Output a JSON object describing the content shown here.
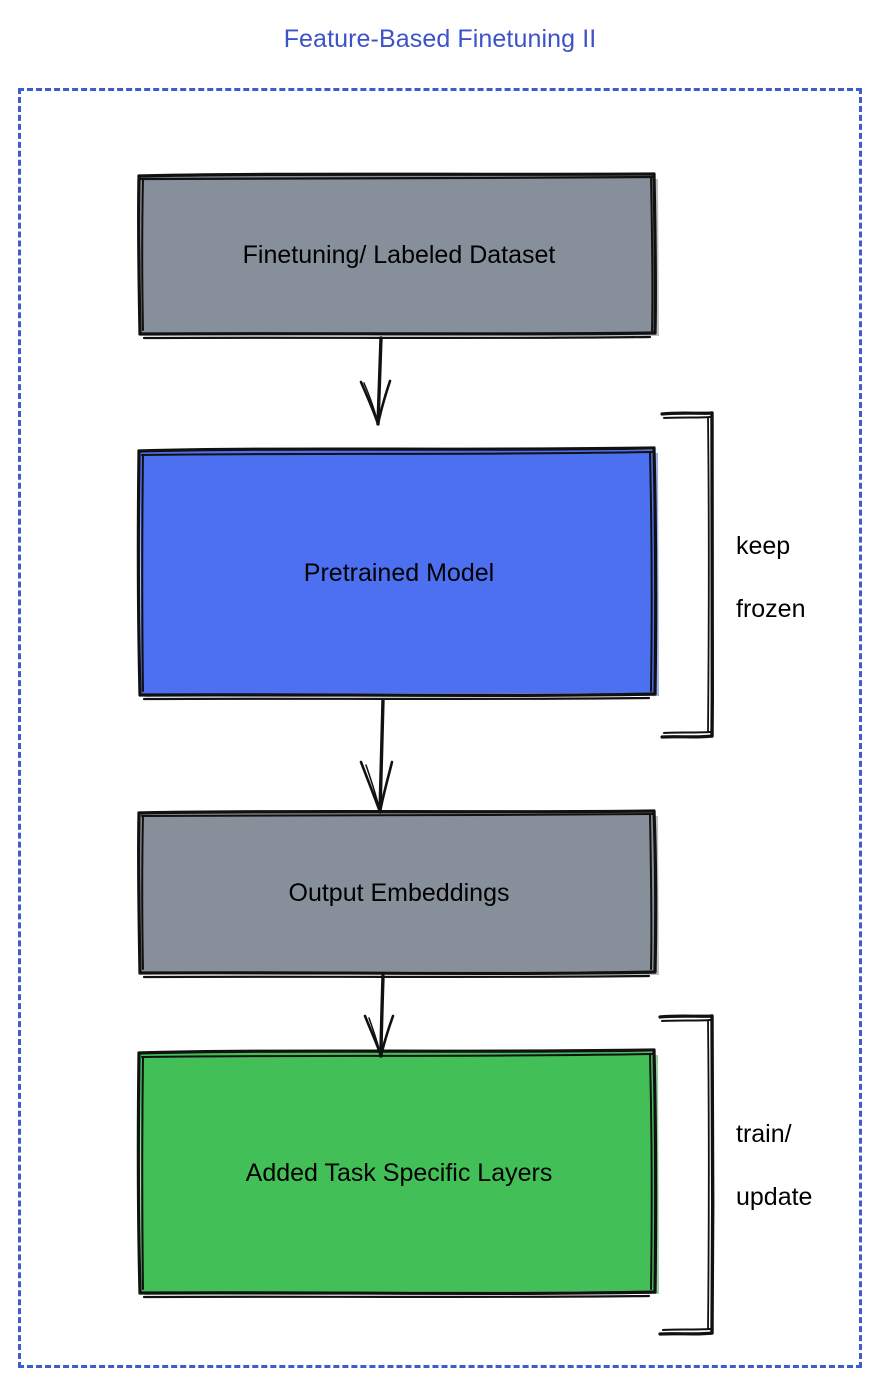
{
  "title": "Feature-Based Finetuning II",
  "colors": {
    "title": "#3d52c9",
    "frame_border": "#3f5bd0",
    "gray_fill": "#87909a",
    "blue_fill": "#4c70f0",
    "green_fill": "#43bf58",
    "stroke": "#111111",
    "background": "#ffffff"
  },
  "frame": {
    "name": "feature-based-finetuning-group",
    "style": "dashed"
  },
  "nodes": [
    {
      "id": "dataset",
      "label": "Finetuning/ Labeled Dataset",
      "fill": "#87909a"
    },
    {
      "id": "pretrained-model",
      "label": "Pretrained Model",
      "fill": "#4c70f0"
    },
    {
      "id": "output-embeddings",
      "label": "Output Embeddings",
      "fill": "#87909a"
    },
    {
      "id": "task-layers",
      "label": "Added Task Specific Layers",
      "fill": "#43bf58"
    }
  ],
  "connectors": [
    {
      "id": "dataset-to-model",
      "from": "dataset",
      "to": "pretrained-model",
      "arrow": "down"
    },
    {
      "id": "model-to-embeddings",
      "from": "pretrained-model",
      "to": "output-embeddings",
      "arrow": "down"
    },
    {
      "id": "embeddings-to-task-layers",
      "from": "output-embeddings",
      "to": "task-layers",
      "arrow": "down"
    }
  ],
  "annotations": [
    {
      "id": "keep-frozen",
      "label": "keep\nfrozen",
      "line1": "keep",
      "line2": "frozen",
      "target": "pretrained-model"
    },
    {
      "id": "train-update",
      "label": "train/\nupdate",
      "line1": "train/",
      "line2": "update",
      "target": "task-layers"
    }
  ]
}
